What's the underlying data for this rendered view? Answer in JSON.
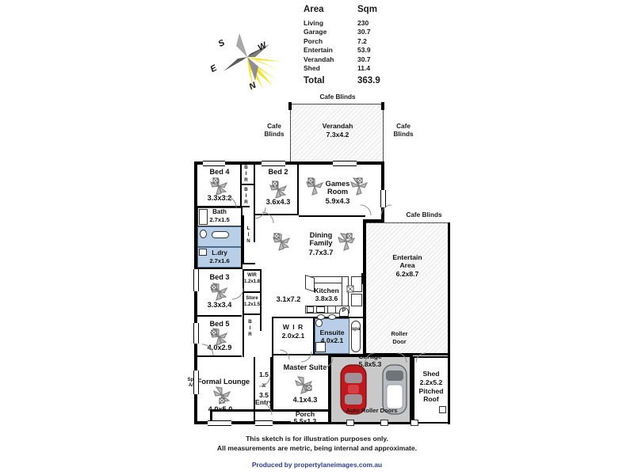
{
  "area_schedule": {
    "header_area": "Area",
    "header_unit": "Sqm",
    "rows": [
      {
        "name": "Living",
        "value": "230"
      },
      {
        "name": "Garage",
        "value": "30.7"
      },
      {
        "name": "Porch",
        "value": "7.2"
      },
      {
        "name": "Entertain",
        "value": "53.9"
      },
      {
        "name": "Verandah",
        "value": "30.7"
      },
      {
        "name": "Shed",
        "value": "11.4"
      }
    ],
    "total_label": "Total",
    "total_value": "363.9"
  },
  "compass": {
    "n": "N",
    "s": "S",
    "e": "E",
    "w": "W"
  },
  "rooms": {
    "verandah": {
      "name": "Verandah",
      "dim": "7.3x4.2"
    },
    "bed4": {
      "name": "Bed 4",
      "dim": "3.3x3.2"
    },
    "bed2": {
      "name": "Bed 2",
      "dim": "3.6x4.3"
    },
    "games": {
      "name": "Games\nRoom",
      "dim": "5.9x4.3"
    },
    "bath": {
      "name": "Bath",
      "dim": "2.7x1.5"
    },
    "laundry": {
      "name": "L.dry",
      "dim": "2.7x1.6"
    },
    "bed3": {
      "name": "Bed 3",
      "dim": "3.3x3.4"
    },
    "bed5": {
      "name": "Bed 5",
      "dim": "4.0x2.9"
    },
    "dining": {
      "name": "Dining\nFamily",
      "dim": "7.7x3.7"
    },
    "kitchen": {
      "name": "Kitchen",
      "dim": "3.8x3.6"
    },
    "entertain": {
      "name": "Entertain\nArea",
      "dim": "6.2x8.7"
    },
    "wir_hall": {
      "name": "WIR",
      "dim": "1.2x1.8"
    },
    "store": {
      "name": "Store",
      "dim": "1.2x1.5"
    },
    "wir_master": {
      "name": "W I R",
      "dim": "2.0x2.1"
    },
    "ensuite": {
      "name": "Ensuite",
      "dim": "4.0x2.1"
    },
    "master": {
      "name": "Master Suite",
      "dim": "4.1x4.3"
    },
    "formal_lounge": {
      "name": "Formal Lounge",
      "dim": "4.0x5.0"
    },
    "garage": {
      "name": "Garage",
      "dim": "5.8x5.3"
    },
    "shed": {
      "name": "Shed",
      "dim": "2.2x5.2",
      "note": "Pitched\nRoof"
    },
    "porch": {
      "name": "Porch",
      "dim": "5.5x1.3"
    },
    "hall": {
      "name": "",
      "dim": "3.1x7.2"
    },
    "entry": {
      "name": "Entry",
      "dim": "1.5\nx\n3.5"
    }
  },
  "annotations": {
    "cafe_blinds_top": "Cafe Blinds",
    "cafe_blinds_left": "Cafe\nBlinds",
    "cafe_blinds_right": "Cafe\nBlinds",
    "cafe_blinds_ent": "Cafe Blinds",
    "roller_door": "Roller\nDoor",
    "auto_roller_doors": "Auto Roller Doors",
    "split_ac": "Split\nA/C",
    "bir_top": "BIR",
    "bir_mid": "BIR",
    "bir_low": "BIR",
    "lin": "LIN",
    "spa": "spa",
    "pantry": "P"
  },
  "footer": {
    "line1": "This sketch is for illustration purposes only.",
    "line2": "All measurements are metric, being internal and approximate.",
    "credit": "Produced by propertylaneimages.com.au"
  },
  "colors": {
    "wet_fill": "#b9cfe8",
    "garage_fill": "#c9c9c9",
    "credit_blue": "#2b3f8c",
    "car_red": "#c0191d"
  }
}
